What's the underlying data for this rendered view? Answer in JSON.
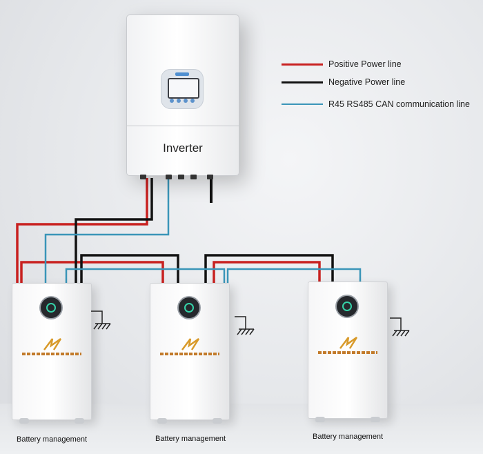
{
  "inverter": {
    "label": "Inverter"
  },
  "legend": [
    {
      "label": "Positive Power line",
      "color": "#c8201f"
    },
    {
      "label": "Negative Power line",
      "color": "#111111"
    },
    {
      "label": "R45 RS485 CAN communication line",
      "color": "#3a95b8"
    }
  ],
  "batteries": [
    {
      "label": "Battery management"
    },
    {
      "label": "Battery management"
    },
    {
      "label": "Battery management"
    }
  ]
}
